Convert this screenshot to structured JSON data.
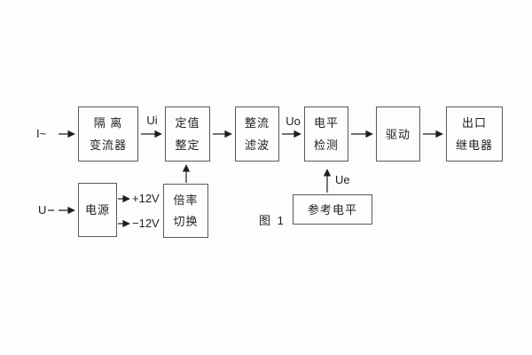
{
  "figure": {
    "caption": "图 1",
    "background_color": "#fdfdfd",
    "line_color": "#1f1f1f",
    "box_border_color": "#5a5a5a"
  },
  "blocks": {
    "isolation_transformer": {
      "line1": "隔 离",
      "line2": "变流器"
    },
    "setting_adjustment": {
      "line1": "定值",
      "line2": "整定"
    },
    "rectifier_filter": {
      "line1": "整流",
      "line2": "滤波"
    },
    "level_detector": {
      "line1": "电平",
      "line2": "检测"
    },
    "driver": {
      "line1": "驱动"
    },
    "output_relay": {
      "line1": "出口",
      "line2": "继电器"
    },
    "power_supply": {
      "line1": "电源"
    },
    "ratio_switch": {
      "line1": "倍率",
      "line2": "切换"
    },
    "reference_level": {
      "line1": "参考电平"
    }
  },
  "signal_labels": {
    "input_current": "I~",
    "input_voltage": "U",
    "ui": "Ui",
    "uo": "Uo",
    "ue": "Ue",
    "positive_rail": "+12V",
    "negative_rail": "−12V"
  }
}
